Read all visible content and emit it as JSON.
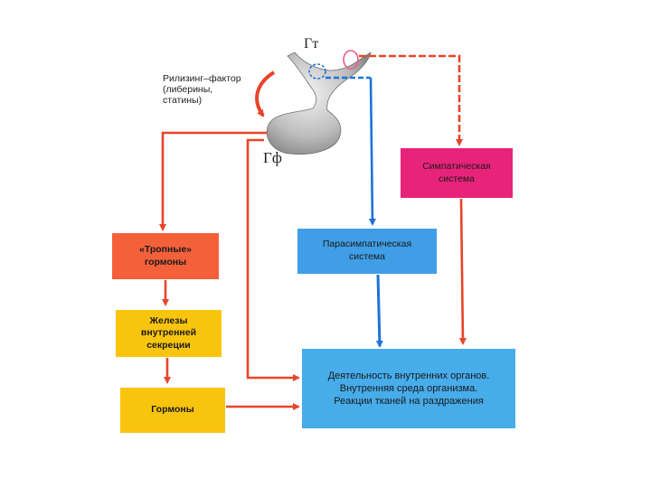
{
  "labels": {
    "gt": "Гт",
    "gf": "Гф",
    "releasing": "Рилизинг–фактор\n(либерины,\n статины)"
  },
  "boxes": {
    "sympathetic": "Симпатическая\nсистема",
    "parasympathetic": "Парасимпатическая\nсистема",
    "tropic": "«Тропные»\nгормоны",
    "glands": "Железы\nвнутренней\nсекреции",
    "hormones": "Гормоны",
    "activity": "Деятельность внутренних органов.\nВнутренняя среда организма.\nРеакции тканей на раздражения"
  },
  "colors": {
    "sympathetic": "#e8237a",
    "parasympathetic": "#3f9ee6",
    "tropic": "#f4603a",
    "glands": "#f8c40d",
    "hormones": "#f8c40d",
    "activity": "#47acea",
    "red_arrow": "#e8452a",
    "blue_arrow": "#1e73d6",
    "gland_shape": "#b9b9b9"
  }
}
